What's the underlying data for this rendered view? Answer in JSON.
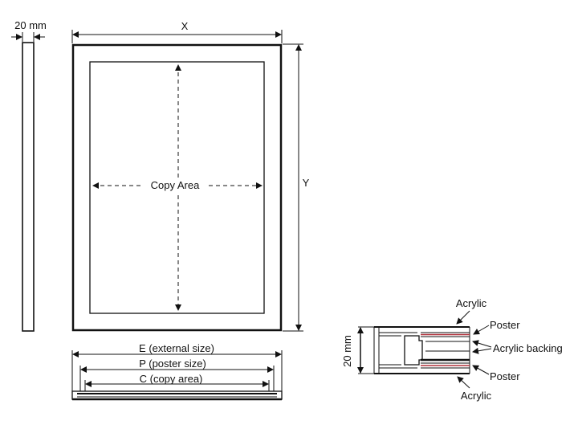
{
  "side_view": {
    "thickness_label": "20 mm"
  },
  "front_view": {
    "width_label": "X",
    "height_label": "Y",
    "copy_area_label": "Copy Area"
  },
  "bottom_view": {
    "external_label": "E (external size)",
    "poster_label": "P (poster size)",
    "copy_label": "C (copy area)"
  },
  "cross_section": {
    "thickness_label": "20 mm",
    "top_acrylic_label": "Acrylic",
    "top_poster_label": "Poster",
    "backing_label": "Acrylic backing",
    "bottom_poster_label": "Poster",
    "bottom_acrylic_label": "Acrylic"
  },
  "colors": {
    "line": "#1a1a1a",
    "poster": "#b0303a"
  }
}
